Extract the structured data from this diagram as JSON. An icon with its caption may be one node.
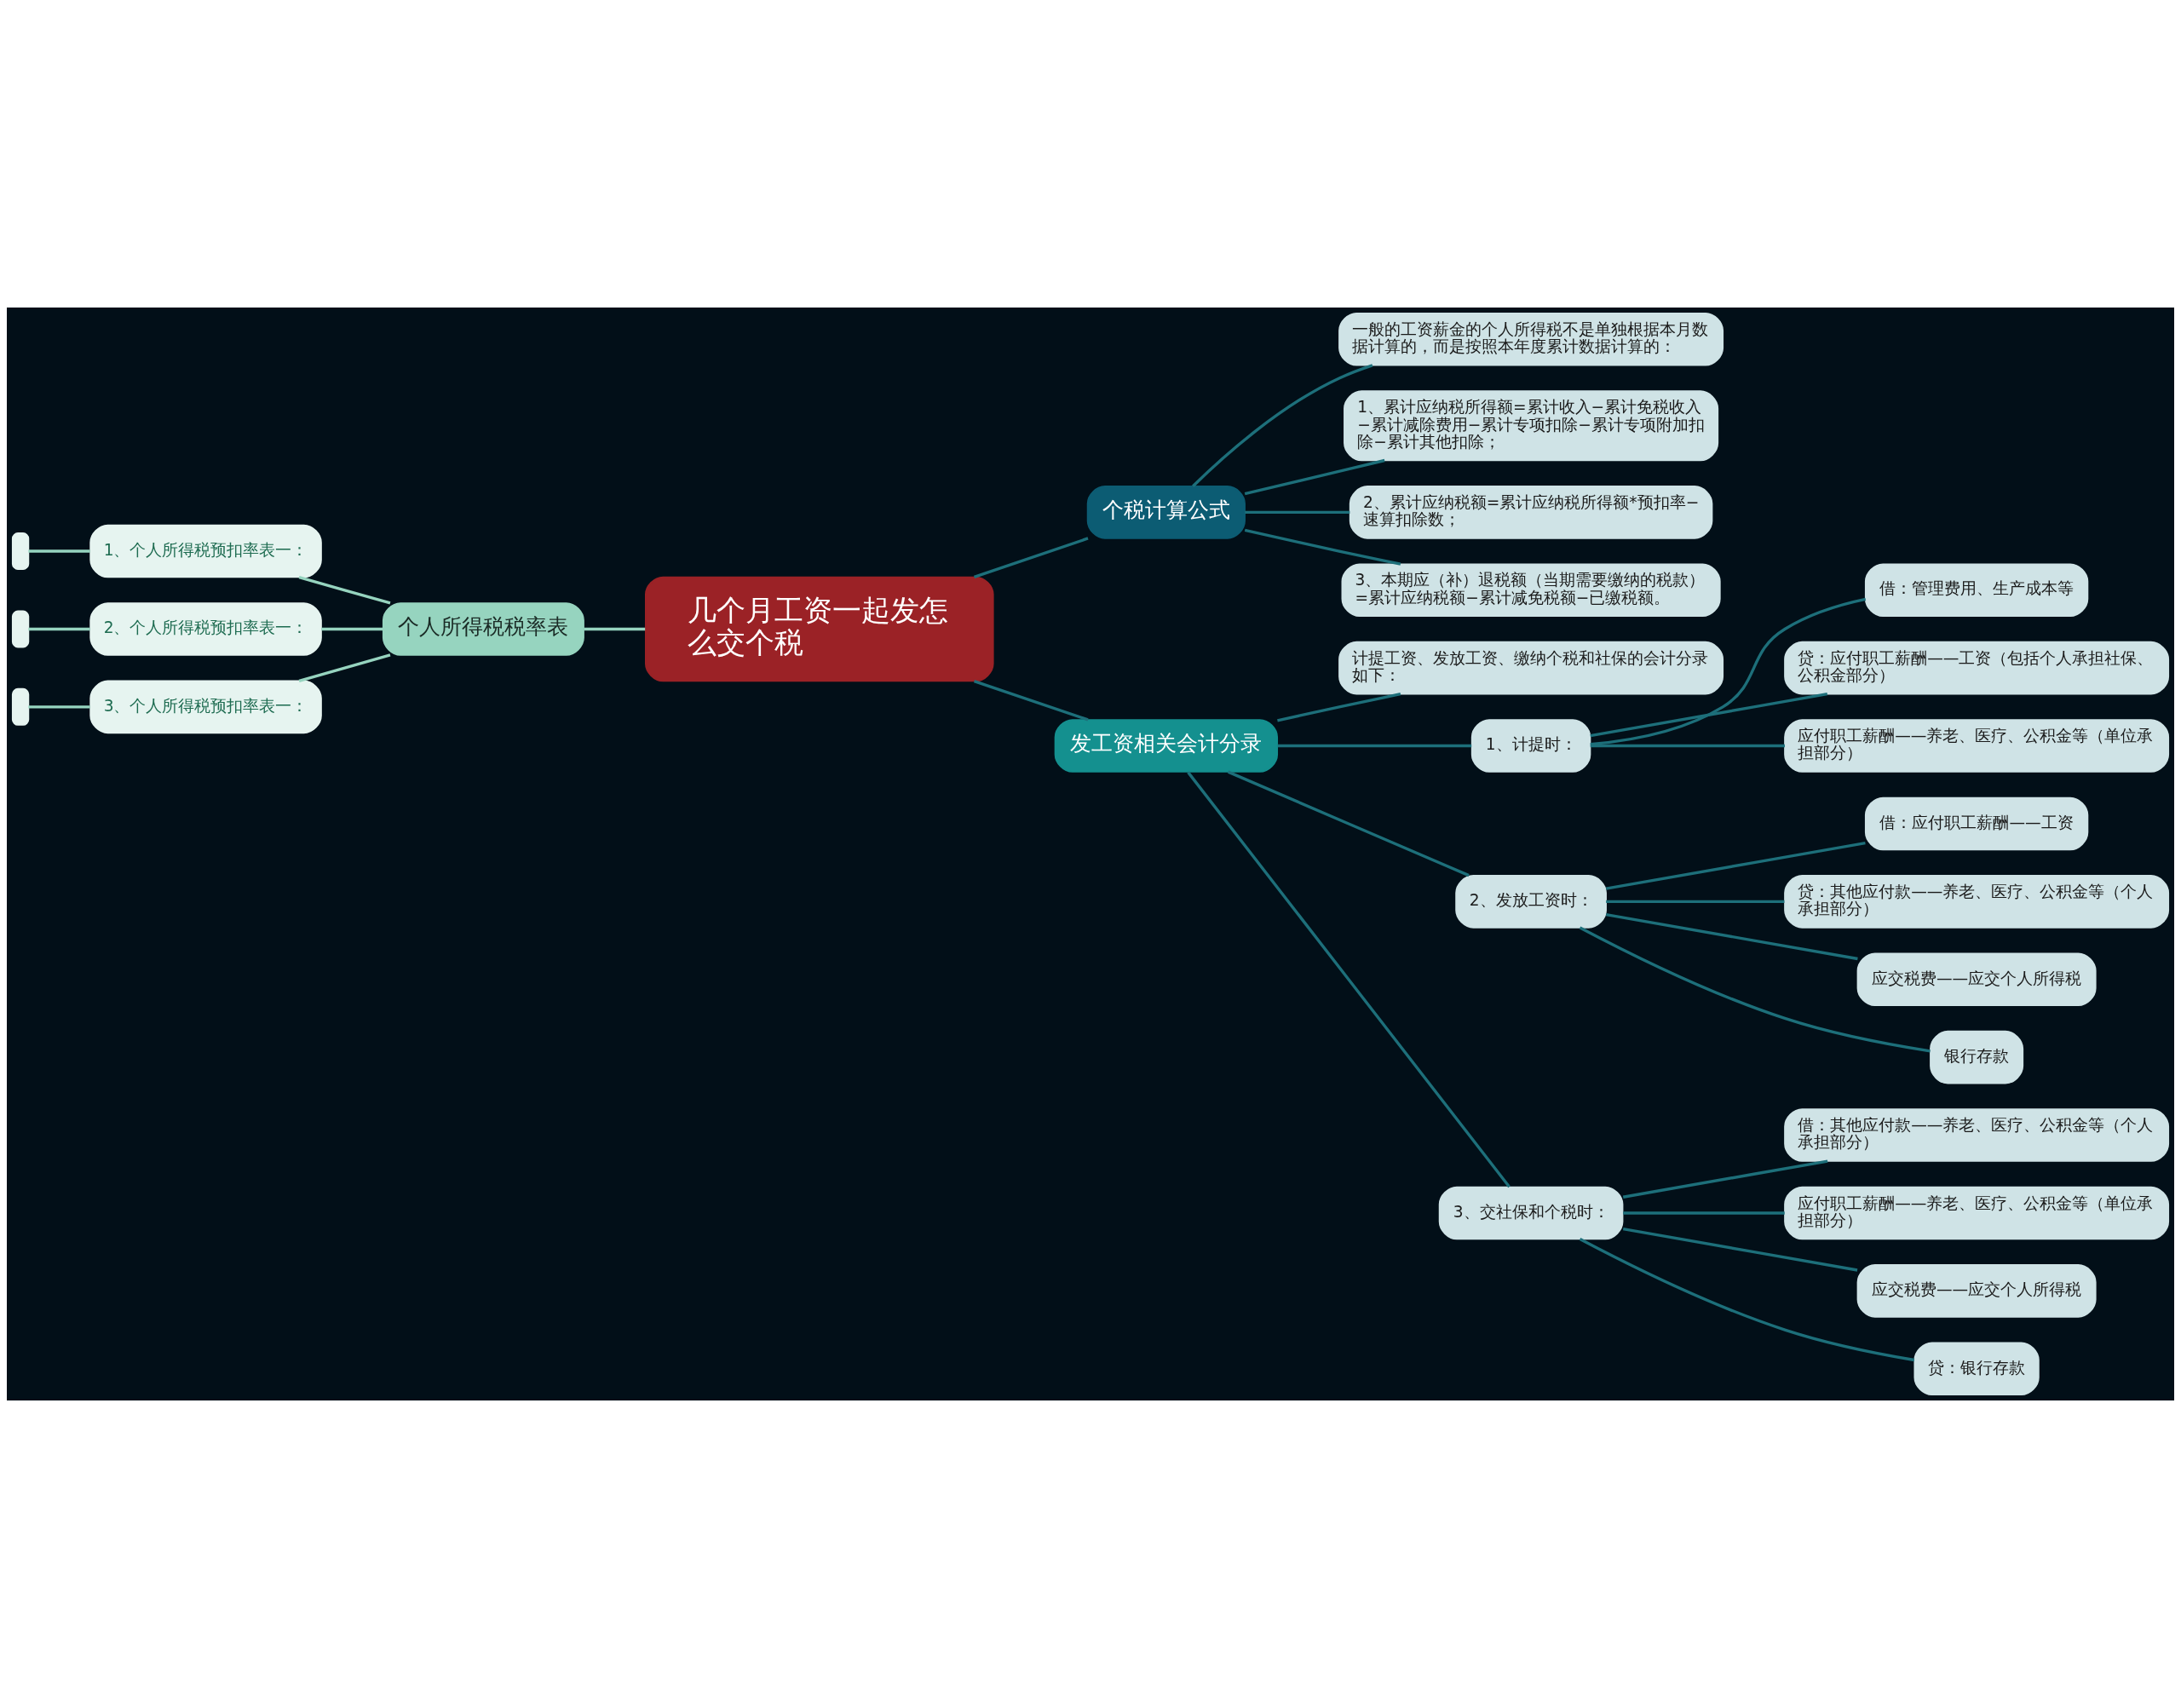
{
  "diagram": {
    "nodes": [
      {
        "text": [
          "几个月工资一起发怎么交个税"
        ]
      },
      {
        "text": [
          "个税计算公式"
        ]
      },
      {
        "text": [
          "一般的工资薪金的个人所得税不是单独根据本月数据计算的，而是按照本年度累计数据计算的："
        ]
      },
      {
        "text": [
          "1、累计应纳税所得额=累计收入−累计免税收入−累计减除费用−累计专项扣除−累计专项附加扣除−累计其他扣除；"
        ]
      },
      {
        "text": [
          "2、累计应纳税额=累计应纳税所得额*预扣率−速算扣除数；"
        ]
      },
      {
        "text": [
          "3、本期应（补）退税额（当期需要缴纳的税款）=累计应纳税额−累计减免税额−已缴税额。"
        ]
      },
      {
        "text": [
          "发工资相关会计分录"
        ]
      },
      {
        "text": [
          "计提工资、发放工资、缴纳个税和社保的会计分录如下："
        ]
      },
      {
        "text": [
          "1、计提时："
        ]
      },
      {
        "text": [
          "借：管理费用、生产成本等"
        ]
      },
      {
        "text": [
          "贷：应付职工薪酬——工资（包括个人承担社保、公积金部分）"
        ]
      },
      {
        "text": [
          "应付职工薪酬——养老、医疗、公积金等（单位承担部分）"
        ]
      },
      {
        "text": [
          "2、发放工资时："
        ]
      },
      {
        "text": [
          "借：应付职工薪酬——工资"
        ]
      },
      {
        "text": [
          "贷：其他应付款——养老、医疗、公积金等（个人承担部分）"
        ]
      },
      {
        "text": [
          "应交税费——应交个人所得税"
        ]
      },
      {
        "text": [
          "银行存款"
        ]
      },
      {
        "text": [
          "3、交社保和个税时："
        ]
      },
      {
        "text": [
          "借：其他应付款——养老、医疗、公积金等（个人承担部分）"
        ]
      },
      {
        "text": [
          "应付职工薪酬——养老、医疗、公积金等（单位承担部分）"
        ]
      },
      {
        "text": [
          "应交税费——应交个人所得税"
        ]
      },
      {
        "text": [
          "贷：银行存款"
        ]
      },
      {
        "text": [
          "个人所得税税率表"
        ]
      },
      {
        "text": [
          "1、个人所得税预扣率表一："
        ]
      },
      {
        "text": [
          "2、个人所得税预扣率表一："
        ]
      },
      {
        "text": [
          "3、个人所得税预扣率表一："
        ]
      },
      {
        "text": [],
        "shape": "box"
      },
      {
        "text": [],
        "shape": "box"
      },
      {
        "text": [],
        "shape": "box"
      }
    ],
    "edges": [
      {
        "from": 0,
        "to": 1,
        "arrow": "none"
      },
      {
        "from": 1,
        "to": 2,
        "arrow": "none"
      },
      {
        "from": 1,
        "to": 3,
        "arrow": "none"
      },
      {
        "from": 1,
        "to": 4,
        "arrow": "none"
      },
      {
        "from": 1,
        "to": 5,
        "arrow": "none"
      },
      {
        "from": 0,
        "to": 6,
        "arrow": "none"
      },
      {
        "from": 6,
        "to": 7,
        "arrow": "none"
      },
      {
        "from": 6,
        "to": 8,
        "arrow": "none"
      },
      {
        "from": 8,
        "to": 9,
        "arrow": "none"
      },
      {
        "from": 8,
        "to": 10,
        "arrow": "none"
      },
      {
        "from": 8,
        "to": 11,
        "arrow": "none"
      },
      {
        "from": 6,
        "to": 12,
        "arrow": "none"
      },
      {
        "from": 12,
        "to": 13,
        "arrow": "none"
      },
      {
        "from": 12,
        "to": 14,
        "arrow": "none"
      },
      {
        "from": 12,
        "to": 15,
        "arrow": "none"
      },
      {
        "from": 12,
        "to": 16,
        "arrow": "none"
      },
      {
        "from": 6,
        "to": 17,
        "arrow": "none"
      },
      {
        "from": 17,
        "to": 18,
        "arrow": "none"
      },
      {
        "from": 17,
        "to": 19,
        "arrow": "none"
      },
      {
        "from": 17,
        "to": 20,
        "arrow": "none"
      },
      {
        "from": 17,
        "to": 21,
        "arrow": "none"
      },
      {
        "from": 0,
        "to": 22,
        "arrow": "none",
        "color": "#96d4bf"
      },
      {
        "from": 22,
        "to": 23,
        "arrow": "none",
        "color": "#96d4bf"
      },
      {
        "from": 22,
        "to": 24,
        "arrow": "none",
        "color": "#96d4bf"
      },
      {
        "from": 22,
        "to": 25,
        "arrow": "none",
        "color": "#96d4bf"
      },
      {
        "from": 23,
        "to": 26,
        "arrow": "none",
        "color": "#96d4bf"
      },
      {
        "from": 24,
        "to": 27,
        "arrow": "none",
        "color": "#96d4bf"
      },
      {
        "from": 25,
        "to": 28,
        "arrow": "none",
        "color": "#96d4bf"
      }
    ]
  }
}
